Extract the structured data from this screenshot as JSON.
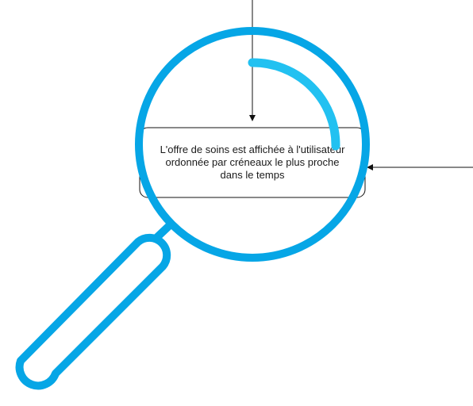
{
  "diagram": {
    "node": {
      "line1": "L'offre de soins est affichée à l'utilisateur",
      "line2": "ordonnée par créneaux le plus proche",
      "line3": "dans le temps"
    }
  },
  "colors": {
    "magnifier_outer": "#06a6e6",
    "magnifier_inner": "#22c1f1",
    "lines": "#111111"
  },
  "icons": {
    "overlay": "magnifier-icon"
  }
}
